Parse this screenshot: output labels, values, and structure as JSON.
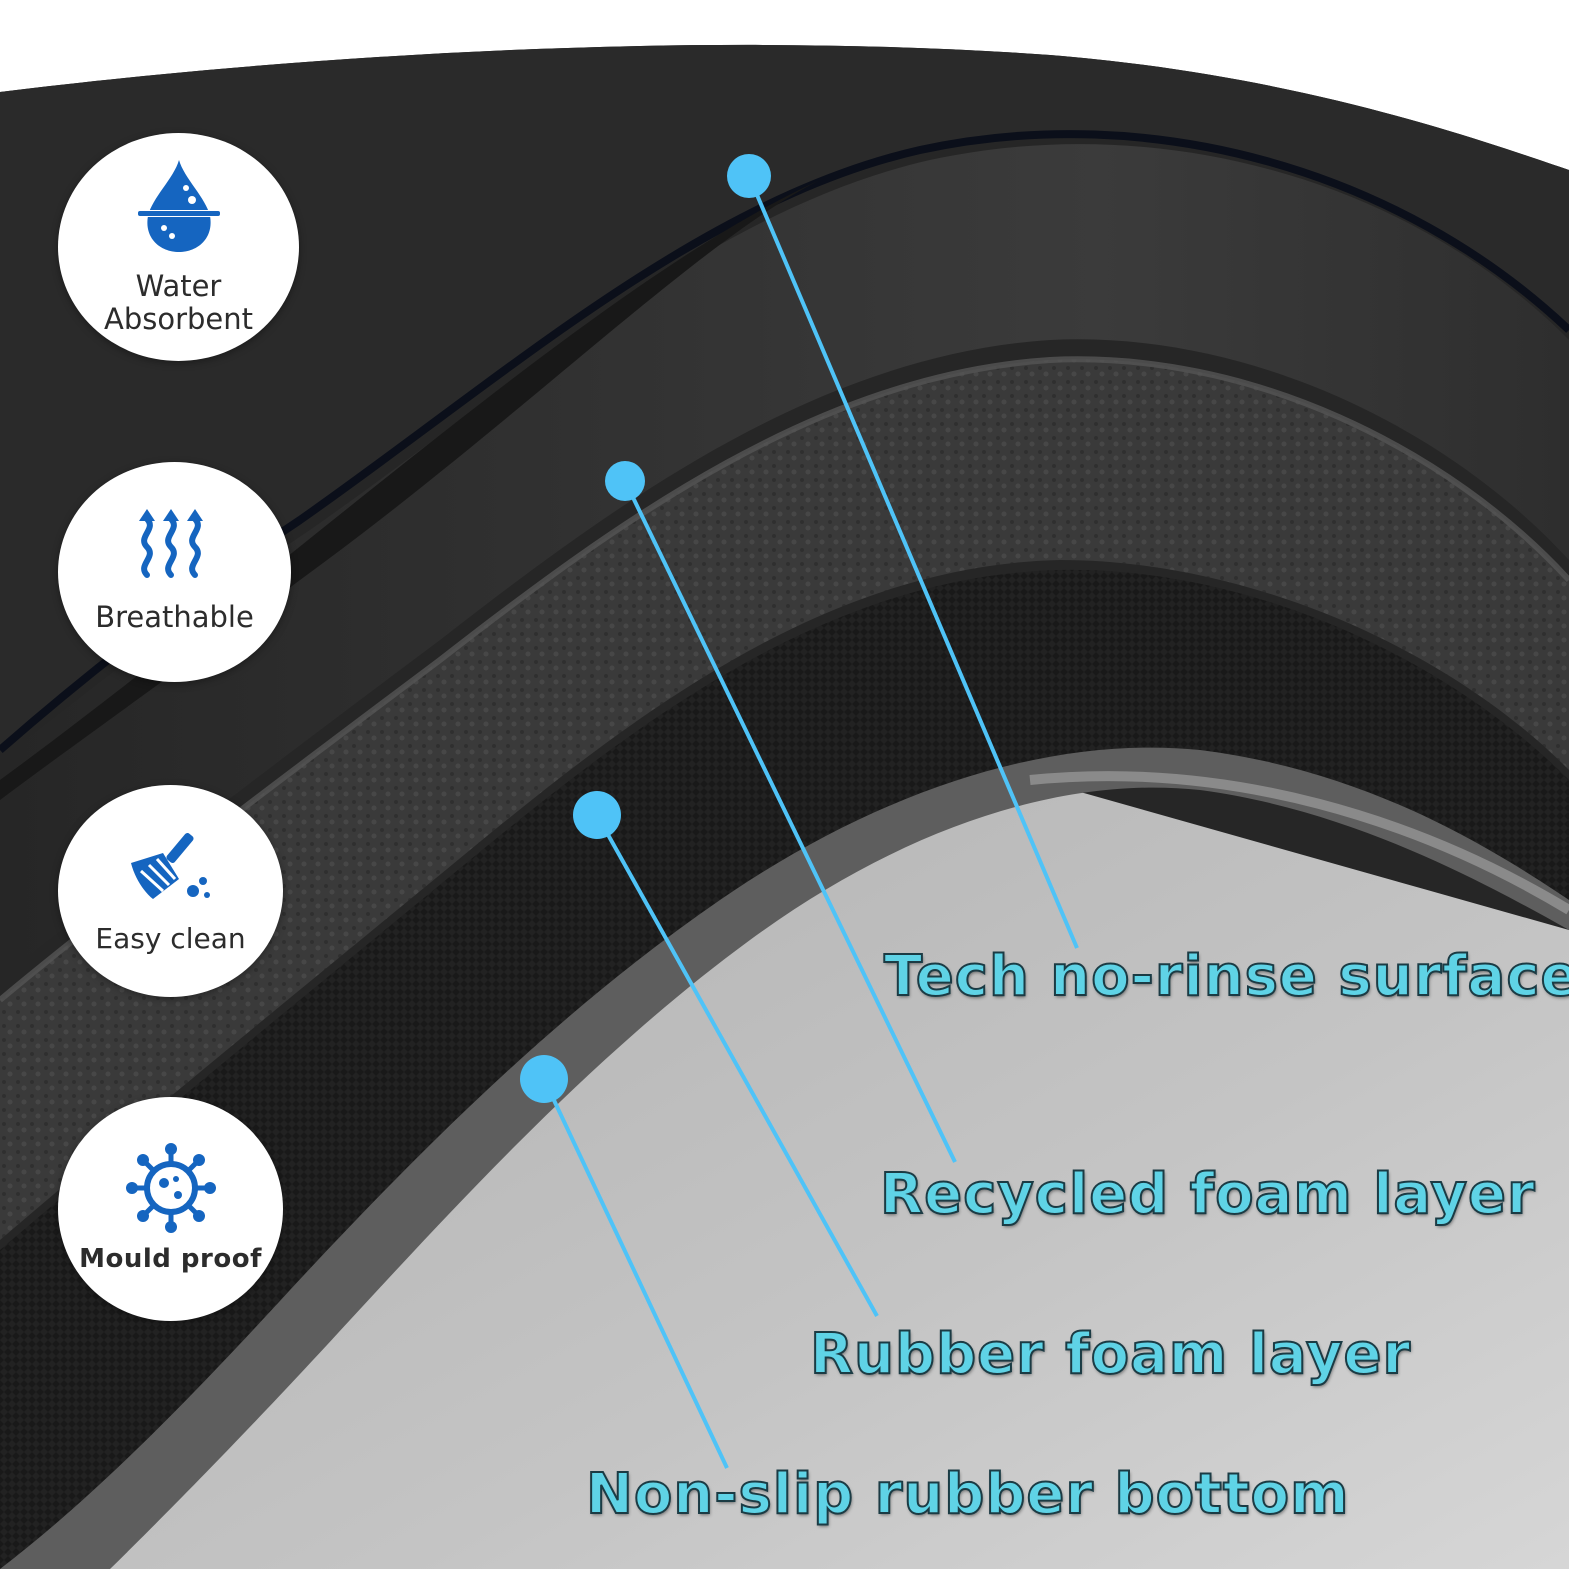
{
  "features": [
    {
      "label": "Water\nAbsorbent",
      "icon": "water-drop-icon"
    },
    {
      "label": "Breathable",
      "icon": "airflow-arrows-icon"
    },
    {
      "label": "Easy clean",
      "icon": "broom-icon"
    },
    {
      "label": "Mould proof",
      "icon": "germ-icon"
    }
  ],
  "layers": [
    {
      "label": "Tech no-rinse surface"
    },
    {
      "label": "Recycled foam layer"
    },
    {
      "label": "Rubber foam layer"
    },
    {
      "label": "Non-slip rubber bottom"
    }
  ],
  "colors": {
    "icon_blue": "#1565c0",
    "callout_blue": "#4fc3f7",
    "label_cyan": "#5fd3e6",
    "mat_dark": "#1c1c1c",
    "floor_grey": "#bdbdbd"
  }
}
